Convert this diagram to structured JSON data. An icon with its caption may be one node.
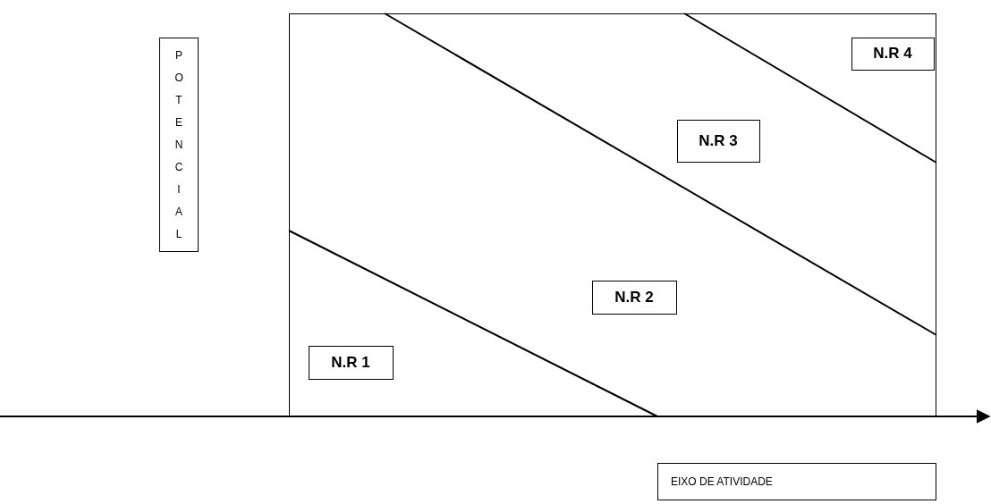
{
  "diagram": {
    "nodes": [
      {
        "text": [
          "POTENCIAL"
        ]
      },
      {
        "text": [],
        "shape": "box"
      },
      {
        "text": [
          "N.R 4"
        ],
        "in": 1
      },
      {
        "text": [
          "N.R 3"
        ],
        "in": 1
      },
      {
        "text": [
          "N.R 2"
        ],
        "in": 1
      },
      {
        "text": [
          "N.R 1"
        ],
        "in": 1
      },
      {
        "text": [
          "EIXO DE ATIVIDADE"
        ]
      }
    ]
  }
}
